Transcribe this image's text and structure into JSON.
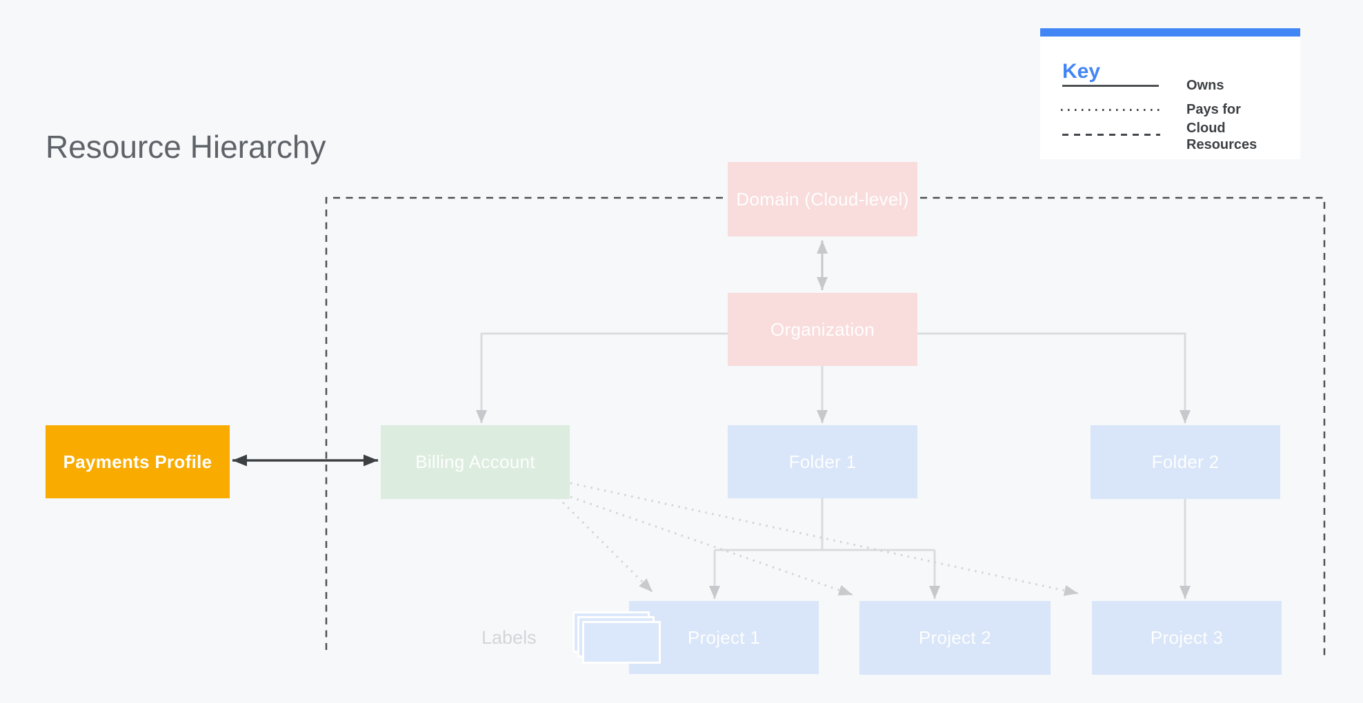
{
  "page": {
    "title": "Resource Hierarchy"
  },
  "legend": {
    "title": "Key",
    "header_bar_color": "#4285f4",
    "title_color": "#4285f4",
    "items": [
      {
        "label": "Owns",
        "line_style": "solid"
      },
      {
        "label": "Pays for",
        "line_style": "dotted"
      },
      {
        "label": "Cloud Resources",
        "line_style": "dashed"
      }
    ]
  },
  "nodes": {
    "payments_profile": {
      "label": "Payments Profile",
      "color": "#f9ab00",
      "text_color": "#ffffff"
    },
    "billing_account": {
      "label": "Billing Account",
      "color": "#dcecde"
    },
    "domain": {
      "label": "Domain (Cloud-level)",
      "color": "#f9dcdc"
    },
    "organization": {
      "label": "Organization",
      "color": "#f9dcdc"
    },
    "folder_1": {
      "label": "Folder 1",
      "color": "#d9e5f8"
    },
    "folder_2": {
      "label": "Folder 2",
      "color": "#d9e5f8"
    },
    "project_1": {
      "label": "Project 1",
      "color": "#d9e5f8"
    },
    "project_2": {
      "label": "Project 2",
      "color": "#d9e5f8"
    },
    "project_3": {
      "label": "Project 3",
      "color": "#d9e5f8"
    }
  },
  "annotations": {
    "labels_caption": "Labels"
  },
  "relationships": {
    "owns": [
      "organization->billing_account",
      "organization->folder_1",
      "organization->folder_2",
      "folder_1->project_1",
      "folder_1->project_2",
      "folder_2->project_3",
      "domain<->organization",
      "payments_profile<->billing_account"
    ],
    "pays_for": [
      "billing_account->project_1",
      "billing_account->project_2",
      "billing_account->project_3"
    ],
    "cloud_resources_boundary": "dashed rectangle enclosing domain, organization, billing account, folders and projects (open at bottom)"
  },
  "colors": {
    "background": "#f6f8fa",
    "title_text": "#5f6368",
    "owns_connector": "#d9dbde",
    "light_arrowhead": "#c6c8cb",
    "dark_arrow": "#3c4043",
    "dashed_boundary": "#4c4e50",
    "dotted_line": "#d2d4d7",
    "labels_caption_text": "#d3d5d9"
  }
}
